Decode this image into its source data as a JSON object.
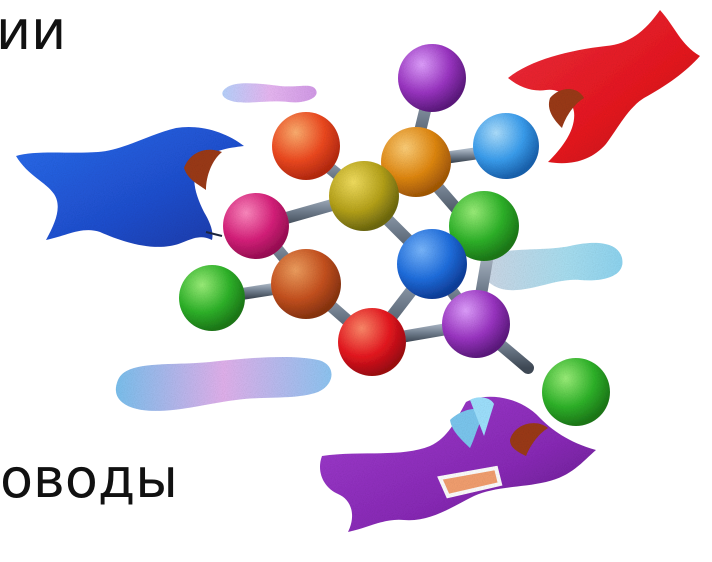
{
  "text_fragments": {
    "top": "ии",
    "bottom": "оводы"
  },
  "colors": {
    "text": "#111111",
    "red": "#e8161f",
    "orange_red": "#f04a20",
    "orange": "#e38a12",
    "rust": "#c8521f",
    "olive": "#b8a41a",
    "yellow": "#e8cc23",
    "magenta": "#d9207c",
    "green": "#2fb52a",
    "blue": "#1f6fe0",
    "sky": "#3a9ff0",
    "purple": "#9c35c4",
    "violet": "#7a2ea8",
    "lavender": "#d9aaf0",
    "light_cyan": "#a9e0f2",
    "pale_blue": "#7cc2f0",
    "rod": "#6f7c8c",
    "tongue": "#9c3a14"
  },
  "illustration": {
    "ball_count": 13,
    "ball_colors": [
      "purple",
      "orange",
      "red",
      "sky",
      "olive",
      "magenta",
      "green",
      "blue",
      "green",
      "rust",
      "red",
      "purple",
      "green"
    ],
    "enzyme_shapes": [
      {
        "name": "blue-enzyme",
        "color": "blue"
      },
      {
        "name": "red-enzyme",
        "color": "red"
      },
      {
        "name": "purple-enzyme",
        "color": "purple"
      }
    ],
    "blobs": [
      {
        "name": "lavender-blob-top",
        "color": "lavender"
      },
      {
        "name": "cyan-blob-right",
        "color": "light_cyan"
      },
      {
        "name": "blue-pink-blob-left",
        "color": "pale_blue"
      }
    ]
  }
}
